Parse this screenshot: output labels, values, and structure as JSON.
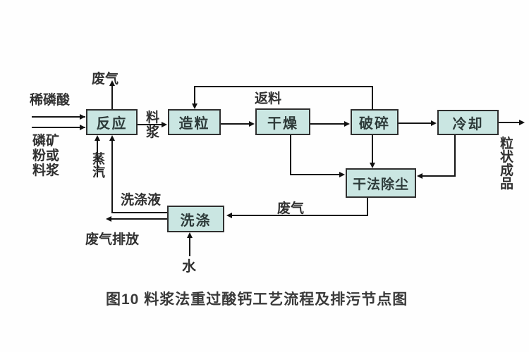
{
  "diagram": {
    "title_caption": "图10 料浆法重过酸钙工艺流程及排污节点图",
    "boxes": {
      "reaction": {
        "label": "反应"
      },
      "granulation": {
        "label": "造粒"
      },
      "drying": {
        "label": "干燥"
      },
      "crushing": {
        "label": "破碎"
      },
      "cooling": {
        "label": "冷却"
      },
      "dry_dedusting": {
        "label": "干法除尘"
      },
      "washing": {
        "label": "洗涤"
      }
    },
    "labels": {
      "waste_gas_top": "废气",
      "dilute_phosphoric_acid": "稀磷酸",
      "phosphate_rock_or_slurry": "磷矿粉或料浆",
      "steam": "蒸汽",
      "slurry": "料浆",
      "return_material": "返料",
      "washing_liquid": "洗涤液",
      "waste_gas_discharge": "废气排放",
      "waste_gas_bottom": "废气",
      "water": "水",
      "granular_product": "粒状成品"
    },
    "edges": [
      {
        "from": "稀磷酸",
        "to": "反应"
      },
      {
        "from": "磷矿粉或料浆",
        "to": "反应"
      },
      {
        "from": "蒸汽",
        "to": "反应"
      },
      {
        "from": "反应",
        "to": "废气"
      },
      {
        "from": "反应",
        "to": "造粒",
        "label": "料浆"
      },
      {
        "from": "造粒",
        "to": "干燥"
      },
      {
        "from": "干燥",
        "to": "破碎"
      },
      {
        "from": "破碎",
        "to": "造粒",
        "label": "返料"
      },
      {
        "from": "破碎",
        "to": "冷却"
      },
      {
        "from": "冷却",
        "to": "粒状成品"
      },
      {
        "from": "干燥",
        "to": "干法除尘"
      },
      {
        "from": "破碎",
        "to": "干法除尘"
      },
      {
        "from": "冷却",
        "to": "干法除尘"
      },
      {
        "from": "干法除尘",
        "to": "洗涤",
        "label": "废气"
      },
      {
        "from": "水",
        "to": "洗涤"
      },
      {
        "from": "洗涤",
        "to": "反应",
        "label": "洗涤液"
      },
      {
        "from": "洗涤",
        "to": "废气排放"
      }
    ],
    "colors": {
      "box_fill": "#cae6e2",
      "box_border": "#2f2f2f",
      "line": "#161616",
      "text": "#313131",
      "background": "#fefefe"
    }
  }
}
